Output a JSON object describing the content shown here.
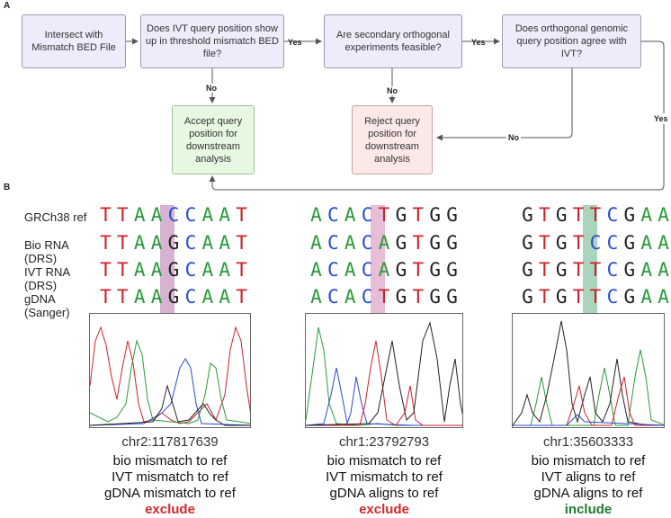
{
  "panel_a_label": "A",
  "panel_b_label": "B",
  "flow": {
    "box1": "Intersect with Mismatch BED File",
    "box2": "Does IVT query position show up in threshold mismatch BED file?",
    "box3": "Are secondary orthogonal experiments feasible?",
    "box4": "Does orthogonal genomic query position agree with IVT?",
    "accept": "Accept query position for downstream analysis",
    "reject": "Reject query position for downstream analysis",
    "yes1": "Yes",
    "yes2": "Yes",
    "yes3": "Yes",
    "no1": "No",
    "no2": "No",
    "no3": "No"
  },
  "row_labels": [
    "GRCh38 ref",
    "Bio RNA (DRS)",
    "IVT RNA (DRS)",
    "gDNA (Sanger)"
  ],
  "examples": [
    {
      "sequences": [
        "TTAACCAAT",
        "TTAAGCAAT",
        "TTAAGCAAT",
        "TTAAGCAAT"
      ],
      "highlight_index": 4,
      "highlight_color": "#c79ac1",
      "locus": "chr2:117817639",
      "lines": [
        "bio mismatch to ref",
        "IVT mismatch to ref",
        "gDNA mismatch to ref"
      ],
      "verdict": "exclude",
      "verdict_color": "#d42a2a"
    },
    {
      "sequences": [
        "ACACTGTGG",
        "ACACAGTGG",
        "ACACAGTGG",
        "ACACTGTGG"
      ],
      "highlight_index": 4,
      "highlight_color": "#e0a8c8",
      "locus": "chr1:23792793",
      "lines": [
        "bio mismatch to ref",
        "IVT mismatch to ref",
        "gDNA aligns to ref"
      ],
      "verdict": "exclude",
      "verdict_color": "#d42a2a"
    },
    {
      "sequences": [
        "GTGTTCGAA",
        "GTGTCCGAA",
        "GTGTTCGAA",
        "GTGTTCGAA"
      ],
      "highlight_index": 4,
      "highlight_color": "#8fc6a6",
      "locus": "chr1:35603333",
      "lines": [
        "bio mismatch to ref",
        "IVT aligns to ref",
        "gDNA aligns to ref"
      ],
      "verdict": "include",
      "verdict_color": "#1f7a2e"
    }
  ],
  "colors": {
    "A": "#2a9a3a",
    "C": "#2a4bd0",
    "G": "#222222",
    "T": "#d0202a"
  }
}
